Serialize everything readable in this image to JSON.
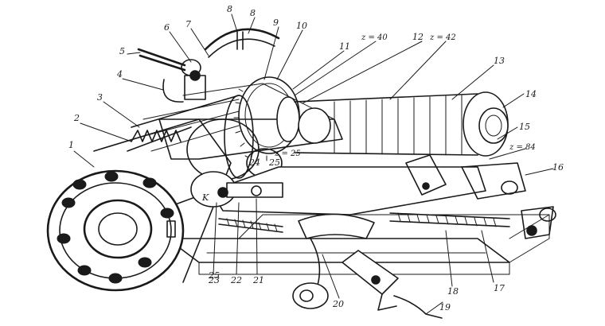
{
  "callouts": {
    "n1": "1",
    "n2": "2",
    "n3": "3",
    "n4": "4",
    "n5": "5",
    "n6": "6",
    "n7": "7",
    "n8a": "8",
    "n8b": "8",
    "n9": "9",
    "n10": "10",
    "n11": "11",
    "n12": "12",
    "n13": "13",
    "n14": "14",
    "n15": "15",
    "n16": "16",
    "n17": "17",
    "n18": "18",
    "n19": "19",
    "n20": "20",
    "n21": "21",
    "n22": "22",
    "n23": "23",
    "n24": "24",
    "n25a": "25",
    "n25b": "25",
    "k": "K"
  },
  "gear_labels": {
    "z40": "z = 40",
    "z42": "z = 42",
    "z25": "z = 25",
    "z84": "z = 84"
  }
}
